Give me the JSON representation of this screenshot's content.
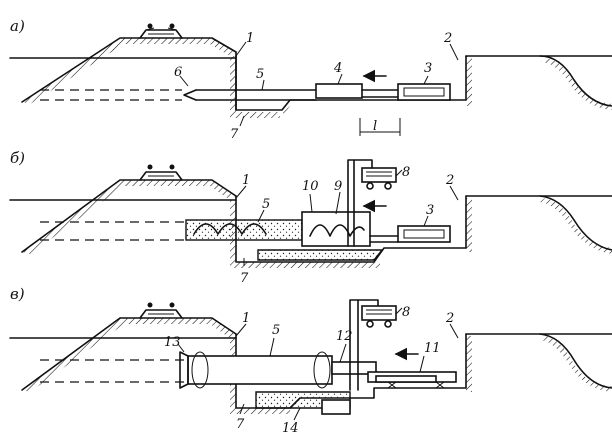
{
  "panels": [
    {
      "label": "а)",
      "numbers": [
        "1",
        "2",
        "3",
        "4",
        "5",
        "6",
        "7",
        "l"
      ]
    },
    {
      "label": "б)",
      "numbers": [
        "1",
        "2",
        "3",
        "5",
        "7",
        "8",
        "9",
        "10"
      ]
    },
    {
      "label": "в)",
      "numbers": [
        "1",
        "2",
        "5",
        "7",
        "8",
        "11",
        "12",
        "13",
        "14"
      ]
    }
  ]
}
